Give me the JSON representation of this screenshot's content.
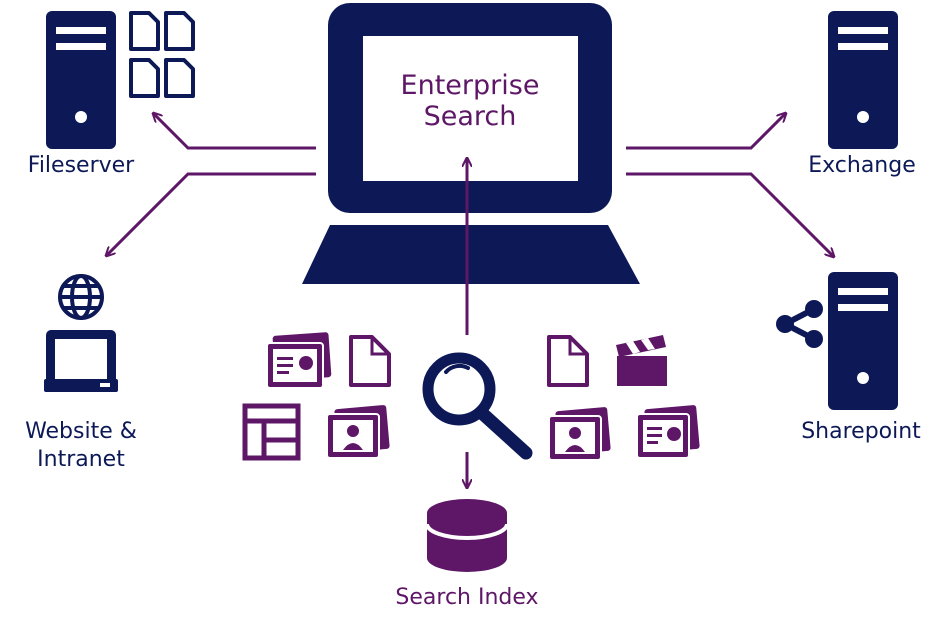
{
  "center": {
    "title_line1": "Enterprise",
    "title_line2": "Search"
  },
  "nodes": {
    "fileserver": "Fileserver",
    "exchange": "Exchange",
    "website_line1": "Website &",
    "website_line2": "Intranet",
    "sharepoint": "Sharepoint",
    "search_index": "Search Index"
  },
  "colors": {
    "navy": "#0d1957",
    "purple": "#5e1767"
  },
  "icons": [
    "server-icon",
    "documents-icon",
    "laptop-icon",
    "globe-icon",
    "monitor-icon",
    "share-icon",
    "magnifier-icon",
    "database-icon",
    "document-icon",
    "business-card-icon",
    "contact-card-icon",
    "layout-icon",
    "clapperboard-icon"
  ]
}
